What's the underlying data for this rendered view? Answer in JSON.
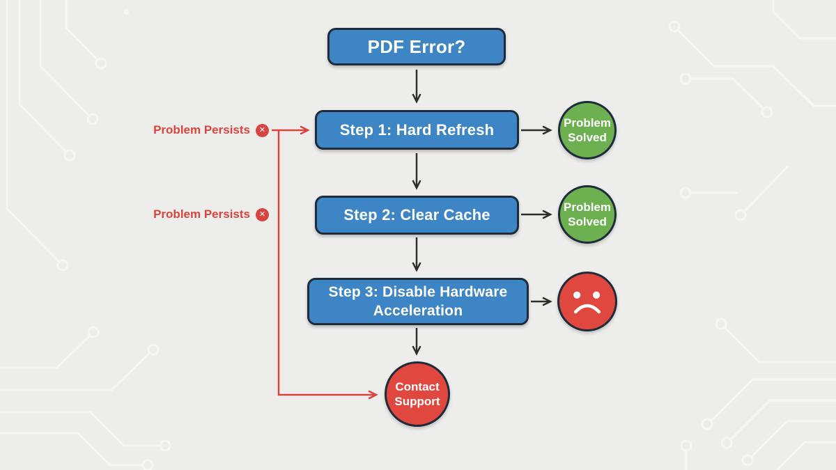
{
  "colors": {
    "background": "#ededeb",
    "node_blue": "#3d85c4",
    "node_border": "#1d2b3a",
    "solved_green": "#6db04f",
    "alert_red": "#e0473f",
    "persist_red": "#d8453e",
    "arrow_dark": "#2e2e2e",
    "circuit_line": "#f7f7f6",
    "text_white": "#ffffff"
  },
  "flowchart": {
    "start": {
      "label": "PDF Error?"
    },
    "steps": [
      {
        "label": "Step 1: Hard Refresh"
      },
      {
        "label": "Step 2: Clear Cache"
      },
      {
        "label": "Step 3: Disable Hardware Acceleration"
      }
    ],
    "outcomes": [
      {
        "label": "Problem Solved"
      },
      {
        "label": "Problem Solved"
      },
      {
        "icon": "sad-face"
      }
    ],
    "end": {
      "label": "Contact Support"
    },
    "persist_labels": [
      {
        "label": "Problem Persists",
        "icon": "x-circle"
      },
      {
        "label": "Problem Persists",
        "icon": "x-circle"
      }
    ],
    "icons": {
      "x_glyph": "✕"
    }
  }
}
